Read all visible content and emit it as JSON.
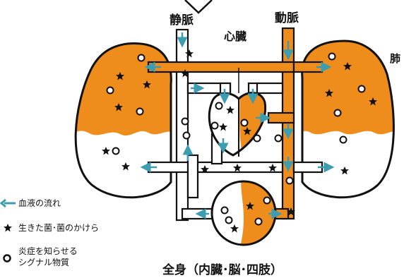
{
  "labels": {
    "vein": "静脈",
    "artery": "動脈",
    "heart": "心臓",
    "lung": "肺",
    "body": "全身（内臓･脳･四肢）"
  },
  "legend": [
    {
      "icon": "blue-arrow-icon",
      "text": "血液の流れ"
    },
    {
      "icon": "star-icon",
      "text": "生きた菌･菌のかけら"
    },
    {
      "icon": "circle-icon",
      "text_lines": [
        "炎症を知らせる",
        "シグナル物質"
      ]
    }
  ],
  "colors": {
    "orange": "#ee8c1c",
    "arrow": "#3d9db0",
    "ink": "#111111",
    "paper": "#ffffff"
  }
}
